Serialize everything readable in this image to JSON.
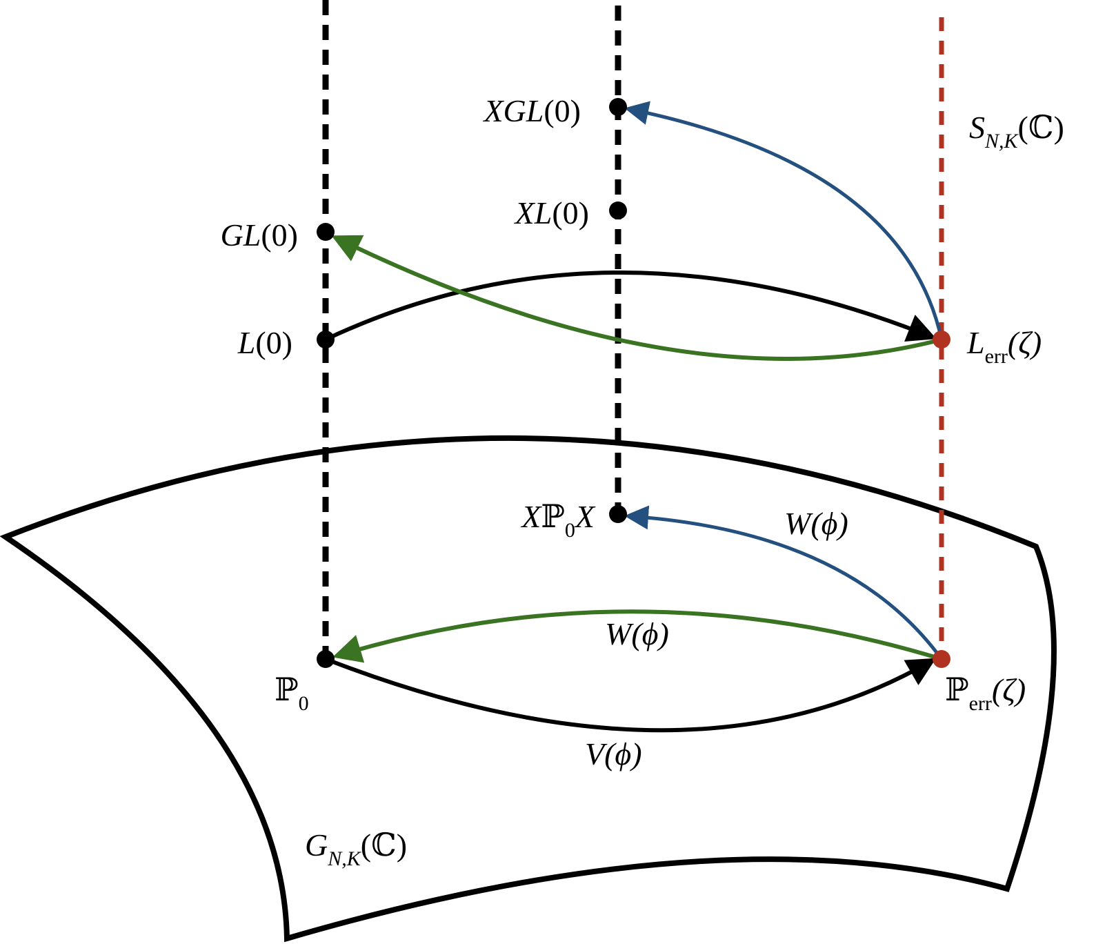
{
  "colors": {
    "black": "#000000",
    "red": "#b03220",
    "green": "#3a7322",
    "blue": "#23507f"
  },
  "labels": {
    "xgl0": {
      "main": "XGL",
      "arg": "(0)"
    },
    "xl0": {
      "main": "XL",
      "arg": "(0)"
    },
    "gl0": {
      "main": "GL",
      "arg": "(0)"
    },
    "l0": {
      "main": "L",
      "arg": "(0)"
    },
    "s_nk": {
      "main": "S",
      "sub": "N,K",
      "arg": "(ℂ)"
    },
    "l_err": {
      "main": "L",
      "sub": "err",
      "arg": "(ζ)"
    },
    "xp0x": {
      "x1": "X",
      "p": "ℙ",
      "sub": "0",
      "x2": "X"
    },
    "w_phi_blue": {
      "main": "W",
      "arg": "(ϕ)"
    },
    "w_phi_green": {
      "main": "W",
      "arg": "(ϕ)"
    },
    "p0": {
      "p": "ℙ",
      "sub": "0"
    },
    "p_err": {
      "p": "ℙ",
      "sub": "err",
      "arg": "(ζ)"
    },
    "v_phi": {
      "main": "V",
      "arg": "(ϕ)"
    },
    "g_nk": {
      "main": "G",
      "sub": "N,K",
      "arg": "(ℂ)"
    }
  }
}
